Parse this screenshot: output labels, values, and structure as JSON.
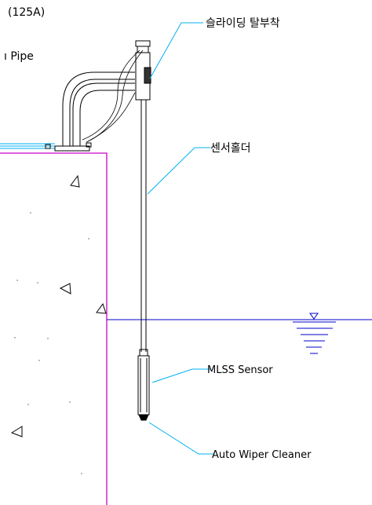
{
  "labels": {
    "pipe_size": "(125A)",
    "pipe": "ı Pipe",
    "sliding_mount": "슬라이딩 탈부착",
    "sensor_holder": "센서홀더",
    "mlss_sensor": "MLSS Sensor",
    "auto_wiper": "Auto Wiper Cleaner"
  },
  "colors": {
    "leader_lines": "#00b0f0",
    "tank_wall": "#cc00cc",
    "water_level": "#0000cc",
    "inlet_pipe": "#00b0f0",
    "linework": "#000000"
  }
}
